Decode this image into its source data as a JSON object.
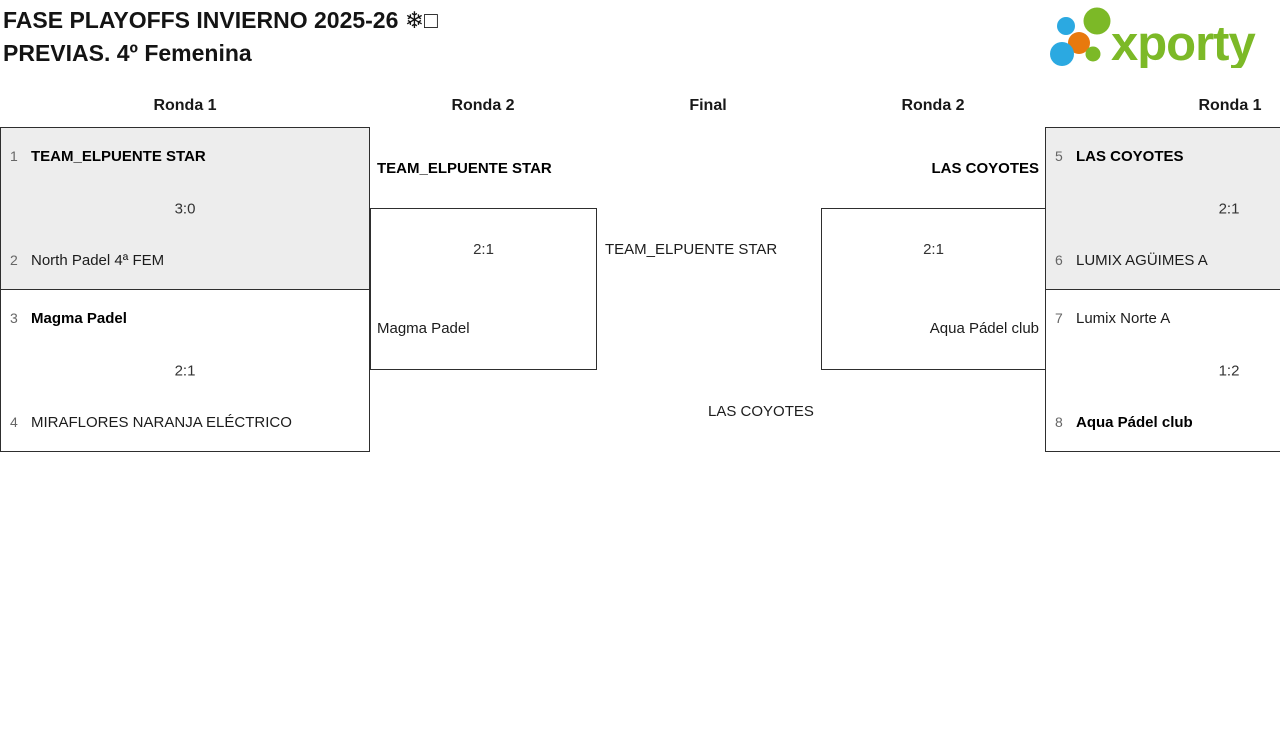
{
  "title": {
    "line1": "FASE PLAYOFFS INVIERNO 2025-26 ❄□",
    "line2": "PREVIAS. 4º Femenina"
  },
  "logo": {
    "text": "xporty"
  },
  "columns": [
    "Ronda 1",
    "Ronda 2",
    "Final",
    "Ronda 2",
    "Ronda 1"
  ],
  "bracket": {
    "left_round1": [
      {
        "seed_top": "1",
        "team_top": "TEAM_ELPUENTE STAR",
        "score": "3:0",
        "seed_bottom": "2",
        "team_bottom": "North Padel 4ª FEM"
      },
      {
        "seed_top": "3",
        "team_top": "Magma Padel",
        "score": "2:1",
        "seed_bottom": "4",
        "team_bottom": "MIRAFLORES NARANJA ELÉCTRICO"
      }
    ],
    "left_round2": {
      "team_top": "TEAM_ELPUENTE STAR",
      "score": "2:1",
      "team_bottom": "Magma Padel"
    },
    "final": {
      "team_left": "TEAM_ELPUENTE STAR",
      "team_right": "LAS COYOTES"
    },
    "right_round2": {
      "team_top": "LAS COYOTES",
      "score": "2:1",
      "team_bottom": "Aqua Pádel club"
    },
    "right_round1": [
      {
        "seed_top": "5",
        "team_top": "LAS COYOTES",
        "score": "2:1",
        "seed_bottom": "6",
        "team_bottom": "LUMIX AGÜIMES A"
      },
      {
        "seed_top": "7",
        "team_top": "Lumix Norte A",
        "score": "1:2",
        "seed_bottom": "8",
        "team_bottom": "Aqua Pádel club"
      }
    ]
  },
  "colors": {
    "logo_green": "#7CB927",
    "logo_blue": "#2BA9E1",
    "logo_orange": "#E8790D",
    "box_shaded": "#EDEDED",
    "box_border": "#2E2E2E",
    "seed_text": "#666666",
    "score_text": "#333333"
  }
}
